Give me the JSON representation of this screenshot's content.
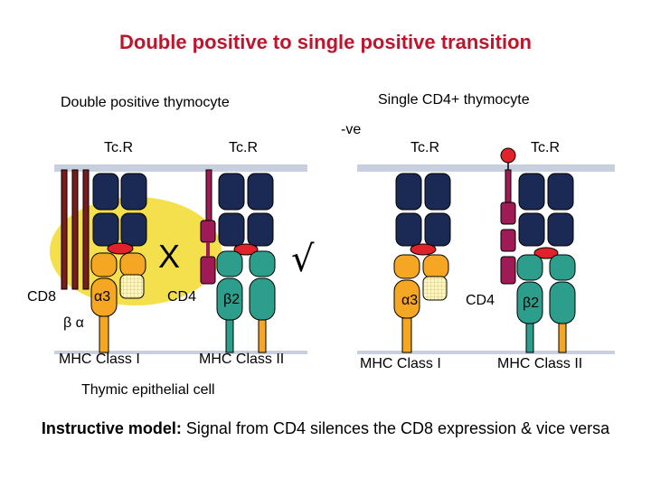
{
  "title": "Double positive to single positive transition",
  "left_heading": "Double positive thymocyte",
  "right_heading": "Single CD4+ thymocyte",
  "neg_label": "-ve",
  "tcr_labels": [
    "Tc.R",
    "Tc.R",
    "Tc.R",
    "Tc.R"
  ],
  "cd8_label": "CD8",
  "alpha3_labels": [
    "α3",
    "α3"
  ],
  "beta_alpha_label": "β  α",
  "cd4_labels": [
    "CD4",
    "CD4"
  ],
  "beta2_labels": [
    "β2",
    "β2"
  ],
  "mhc_labels": [
    "MHC Class I",
    "MHC Class II",
    "MHC Class I",
    "MHC Class II"
  ],
  "reject_mark": "X",
  "accept_mark": "√",
  "epithelial_label": "Thymic epithelial cell",
  "caption_bold": "Instructive model:",
  "caption_text": " Signal from CD4 silences the CD8 expression & vice versa",
  "colors": {
    "title": "#c0142c",
    "tcr": "#1b2a55",
    "mhc": "#2e9e8c",
    "orange": "#f5a623",
    "cd8": "#7a1c1c",
    "cd4": "#a01a55",
    "red": "#e0222a",
    "yellow": "#f4e04d",
    "membrane": "#c8d0e0"
  }
}
